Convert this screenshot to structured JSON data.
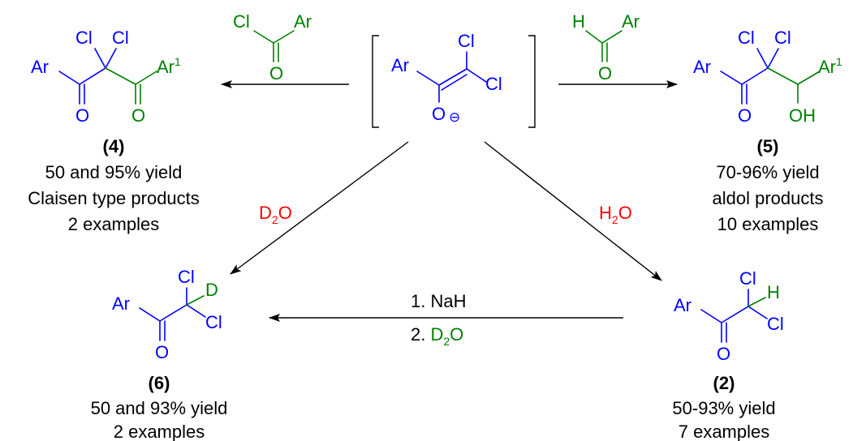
{
  "colors": {
    "blue": "#0000ff",
    "green": "#008000",
    "red": "#ff0000",
    "black": "#000000"
  },
  "atoms": {
    "ar": "Ar",
    "ar1_base": "Ar",
    "ar1_sup": "1",
    "cl": "Cl",
    "o": "O",
    "oh": "OH",
    "h": "H",
    "d": "D",
    "o_minus": "O",
    "minus": "⊖"
  },
  "reagents": {
    "d2o_left": {
      "main": "D",
      "sub": "2",
      "tail": "O"
    },
    "h2o_right": {
      "main": "H",
      "sub": "2",
      "tail": "O"
    },
    "step1": "1. NaH",
    "step2_prefix": "2. ",
    "step2_d2o": {
      "main": "D",
      "sub": "2",
      "tail": "O"
    }
  },
  "products": {
    "p4": {
      "id": "(4)",
      "lines": [
        "50 and 95% yield",
        "Claisen type products",
        "2 examples"
      ]
    },
    "p5": {
      "id": "(5)",
      "lines": [
        "70-96% yield",
        "aldol products",
        "10 examples"
      ]
    },
    "p6": {
      "id": "(6)",
      "lines": [
        "50 and 93% yield",
        "2 examples"
      ]
    },
    "p2": {
      "id": "(2)",
      "lines": [
        "50-93% yield",
        "7 examples"
      ]
    }
  }
}
